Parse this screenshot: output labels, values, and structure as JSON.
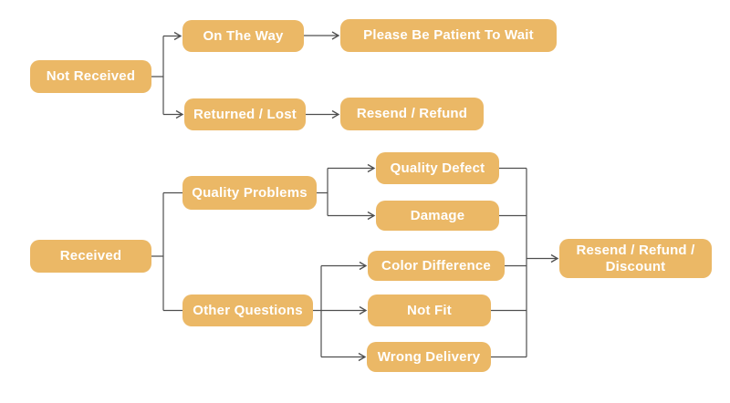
{
  "diagram": {
    "type": "flowchart",
    "topic": "order-received-decision-tree",
    "background": "#ffffff",
    "node_fill": "#EBB866",
    "node_text_color": "#ffffff",
    "line_color": "#4f4f4f",
    "nodes": {
      "not_received": {
        "label": "Not Received"
      },
      "on_the_way": {
        "label": "On The Way"
      },
      "please_wait": {
        "label": "Please Be Patient To Wait"
      },
      "returned_lost": {
        "label": "Returned / Lost"
      },
      "resend_refund": {
        "label": "Resend / Refund"
      },
      "received": {
        "label": "Received"
      },
      "quality_problems": {
        "label": "Quality Problems"
      },
      "quality_defect": {
        "label": "Quality Defect"
      },
      "damage": {
        "label": "Damage"
      },
      "other_questions": {
        "label": "Other Questions"
      },
      "color_difference": {
        "label": "Color Difference"
      },
      "not_fit": {
        "label": "Not Fit"
      },
      "wrong_delivery": {
        "label": "Wrong Delivery"
      },
      "resend_refund_discount": {
        "label": "Resend / Refund / Discount"
      }
    },
    "edges": [
      {
        "from": "not_received",
        "to": "on_the_way",
        "arrow": true
      },
      {
        "from": "not_received",
        "to": "returned_lost",
        "arrow": true
      },
      {
        "from": "on_the_way",
        "to": "please_wait",
        "arrow": true
      },
      {
        "from": "returned_lost",
        "to": "resend_refund",
        "arrow": true
      },
      {
        "from": "received",
        "to": "quality_problems",
        "arrow": false
      },
      {
        "from": "received",
        "to": "other_questions",
        "arrow": false
      },
      {
        "from": "quality_problems",
        "to": "quality_defect",
        "arrow": true
      },
      {
        "from": "quality_problems",
        "to": "damage",
        "arrow": true
      },
      {
        "from": "other_questions",
        "to": "color_difference",
        "arrow": true
      },
      {
        "from": "other_questions",
        "to": "not_fit",
        "arrow": true
      },
      {
        "from": "other_questions",
        "to": "wrong_delivery",
        "arrow": true
      },
      {
        "from": "quality_defect",
        "to": "resend_refund_discount",
        "arrow": true
      },
      {
        "from": "damage",
        "to": "resend_refund_discount",
        "arrow": true
      },
      {
        "from": "color_difference",
        "to": "resend_refund_discount",
        "arrow": true
      },
      {
        "from": "not_fit",
        "to": "resend_refund_discount",
        "arrow": true
      },
      {
        "from": "wrong_delivery",
        "to": "resend_refund_discount",
        "arrow": true
      }
    ]
  }
}
